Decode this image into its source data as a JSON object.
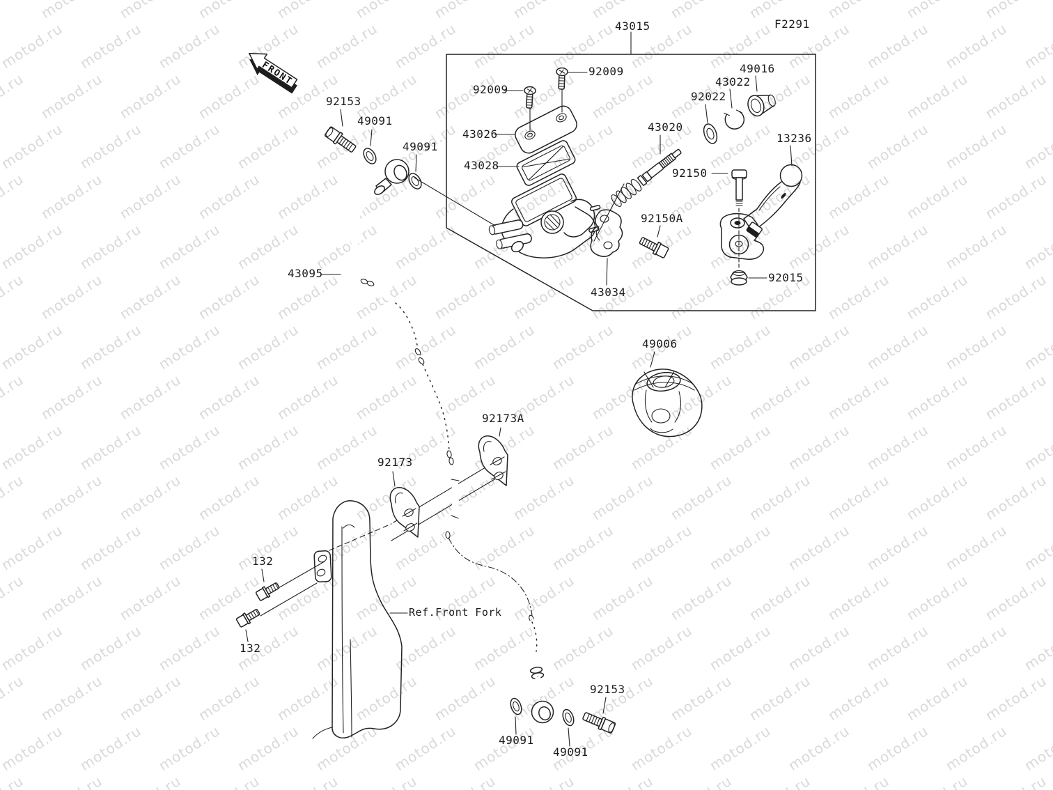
{
  "watermark": {
    "text": "motod.ru",
    "color": "#d9d9d9"
  },
  "diagram": {
    "figure_code": "F2291",
    "front_marker": "FRONT",
    "reference_note": "Ref.Front Fork"
  },
  "part_labels": [
    {
      "text": "43015"
    },
    {
      "text": "92009"
    },
    {
      "text": "92009"
    },
    {
      "text": "43026"
    },
    {
      "text": "43028"
    },
    {
      "text": "43020"
    },
    {
      "text": "92022"
    },
    {
      "text": "43022"
    },
    {
      "text": "49016"
    },
    {
      "text": "13236"
    },
    {
      "text": "92150"
    },
    {
      "text": "92150A"
    },
    {
      "text": "43034"
    },
    {
      "text": "92015"
    },
    {
      "text": "92153"
    },
    {
      "text": "49091"
    },
    {
      "text": "49091"
    },
    {
      "text": "43095"
    },
    {
      "text": "49006"
    },
    {
      "text": "92173A"
    },
    {
      "text": "92173"
    },
    {
      "text": "132"
    },
    {
      "text": "132"
    },
    {
      "text": "92153"
    },
    {
      "text": "49091"
    },
    {
      "text": "49091"
    }
  ]
}
